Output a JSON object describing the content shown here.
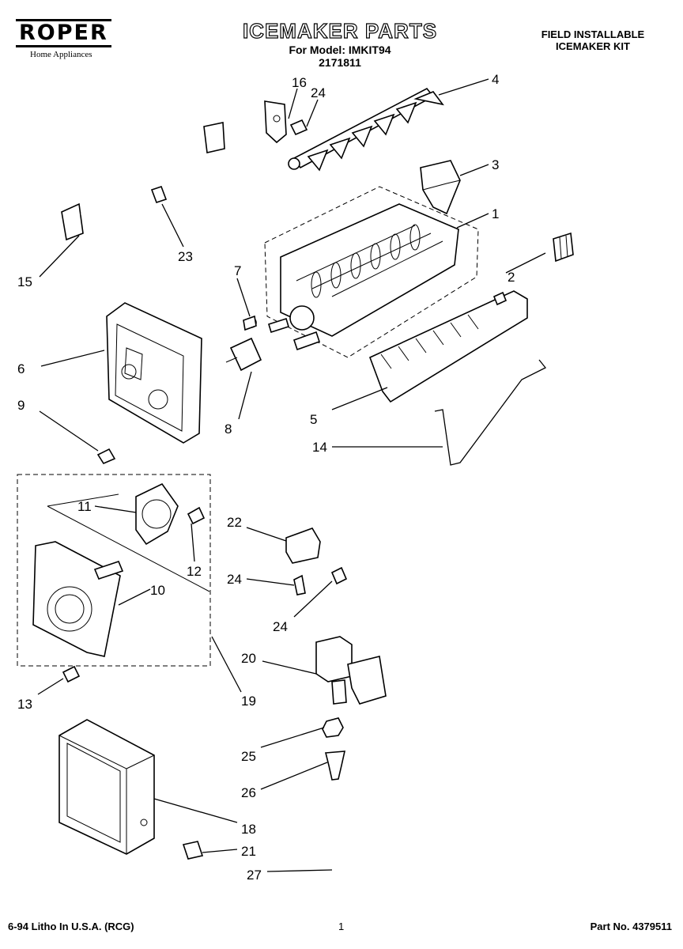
{
  "brand": {
    "logo_text": "ROPER",
    "tagline": "Home Appliances"
  },
  "header": {
    "title": "ICEMAKER PARTS",
    "model_prefix": "For Model: IMKIT94",
    "model_number": "2171811",
    "kit_line1": "FIELD INSTALLABLE",
    "kit_line2": "ICEMAKER KIT"
  },
  "callouts": [
    "1",
    "2",
    "3",
    "4",
    "5",
    "6",
    "7",
    "8",
    "9",
    "10",
    "11",
    "12",
    "13",
    "14",
    "15",
    "16",
    "18",
    "19",
    "20",
    "21",
    "22",
    "23",
    "24",
    "25",
    "26",
    "27"
  ],
  "footer": {
    "left": "6-94 Litho In U.S.A. (RCG)",
    "page_number": "1",
    "part_number": "Part No. 4379511"
  }
}
